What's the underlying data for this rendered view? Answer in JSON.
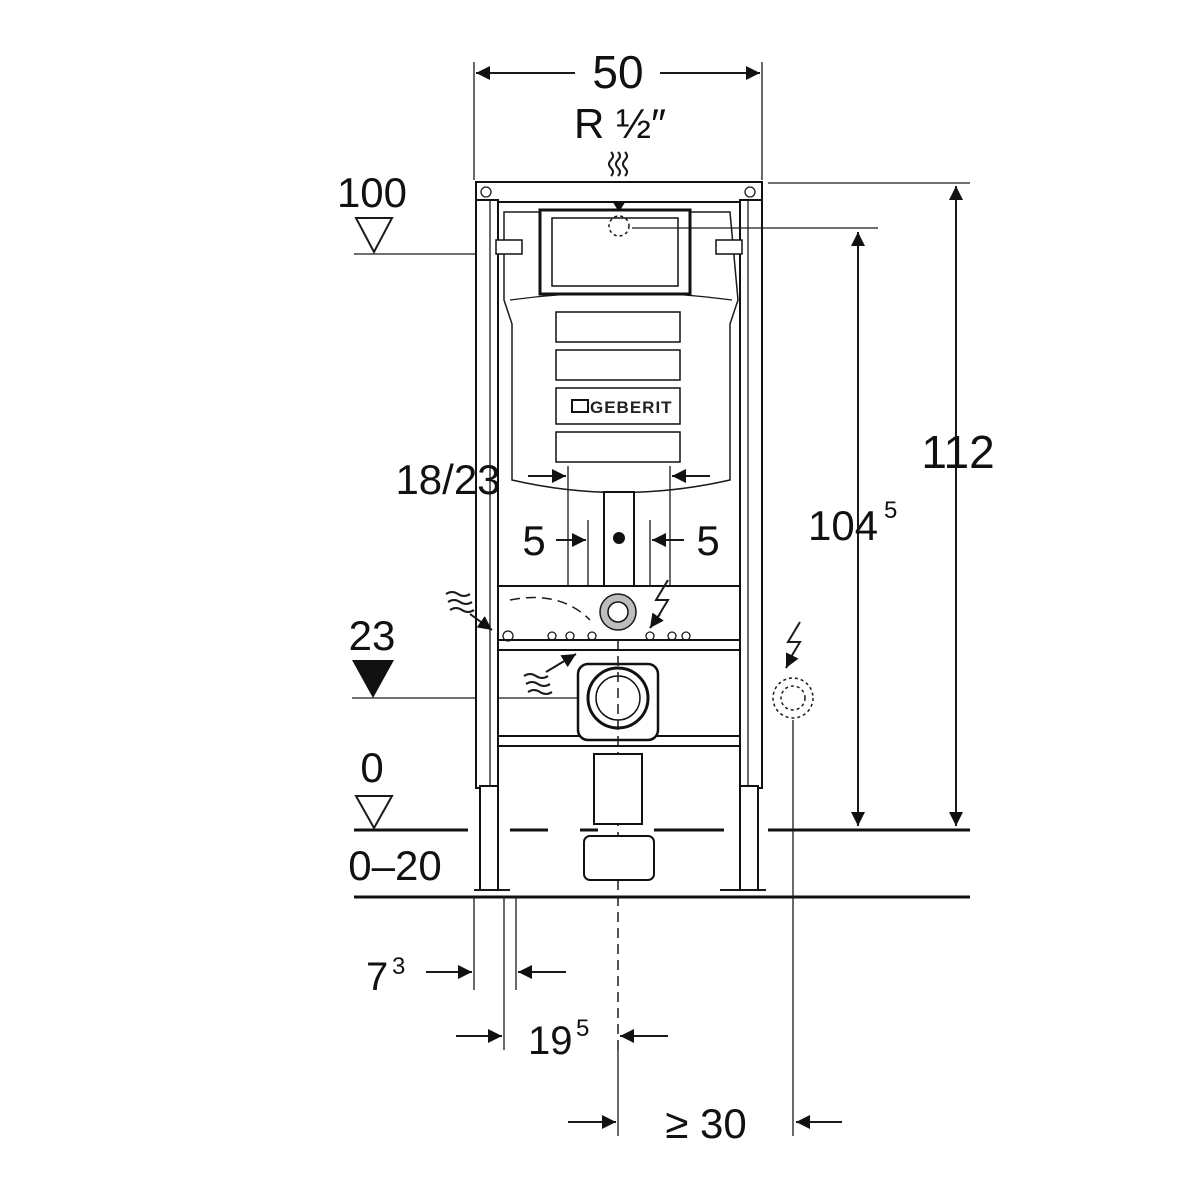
{
  "dimensions": {
    "frame_width": "50",
    "water_connection": "R ½″",
    "flush_bend_width": "18/23",
    "offset_left": "5",
    "offset_right": "5",
    "frame_height": "112",
    "inlet_height_main": "104",
    "inlet_height_sup": "5",
    "level_top": "100",
    "level_outlet": "23",
    "level_floor": "0",
    "floor_range": "0–20",
    "foot_offset_main": "7",
    "foot_offset_sup": "3",
    "axis_offset_main": "19",
    "axis_offset_sup": "5",
    "power_distance": "≥ 30"
  },
  "brand": "GEBERIT",
  "icons": [
    "water-supply-icon",
    "electric-power-icon",
    "level-marker-icon"
  ]
}
